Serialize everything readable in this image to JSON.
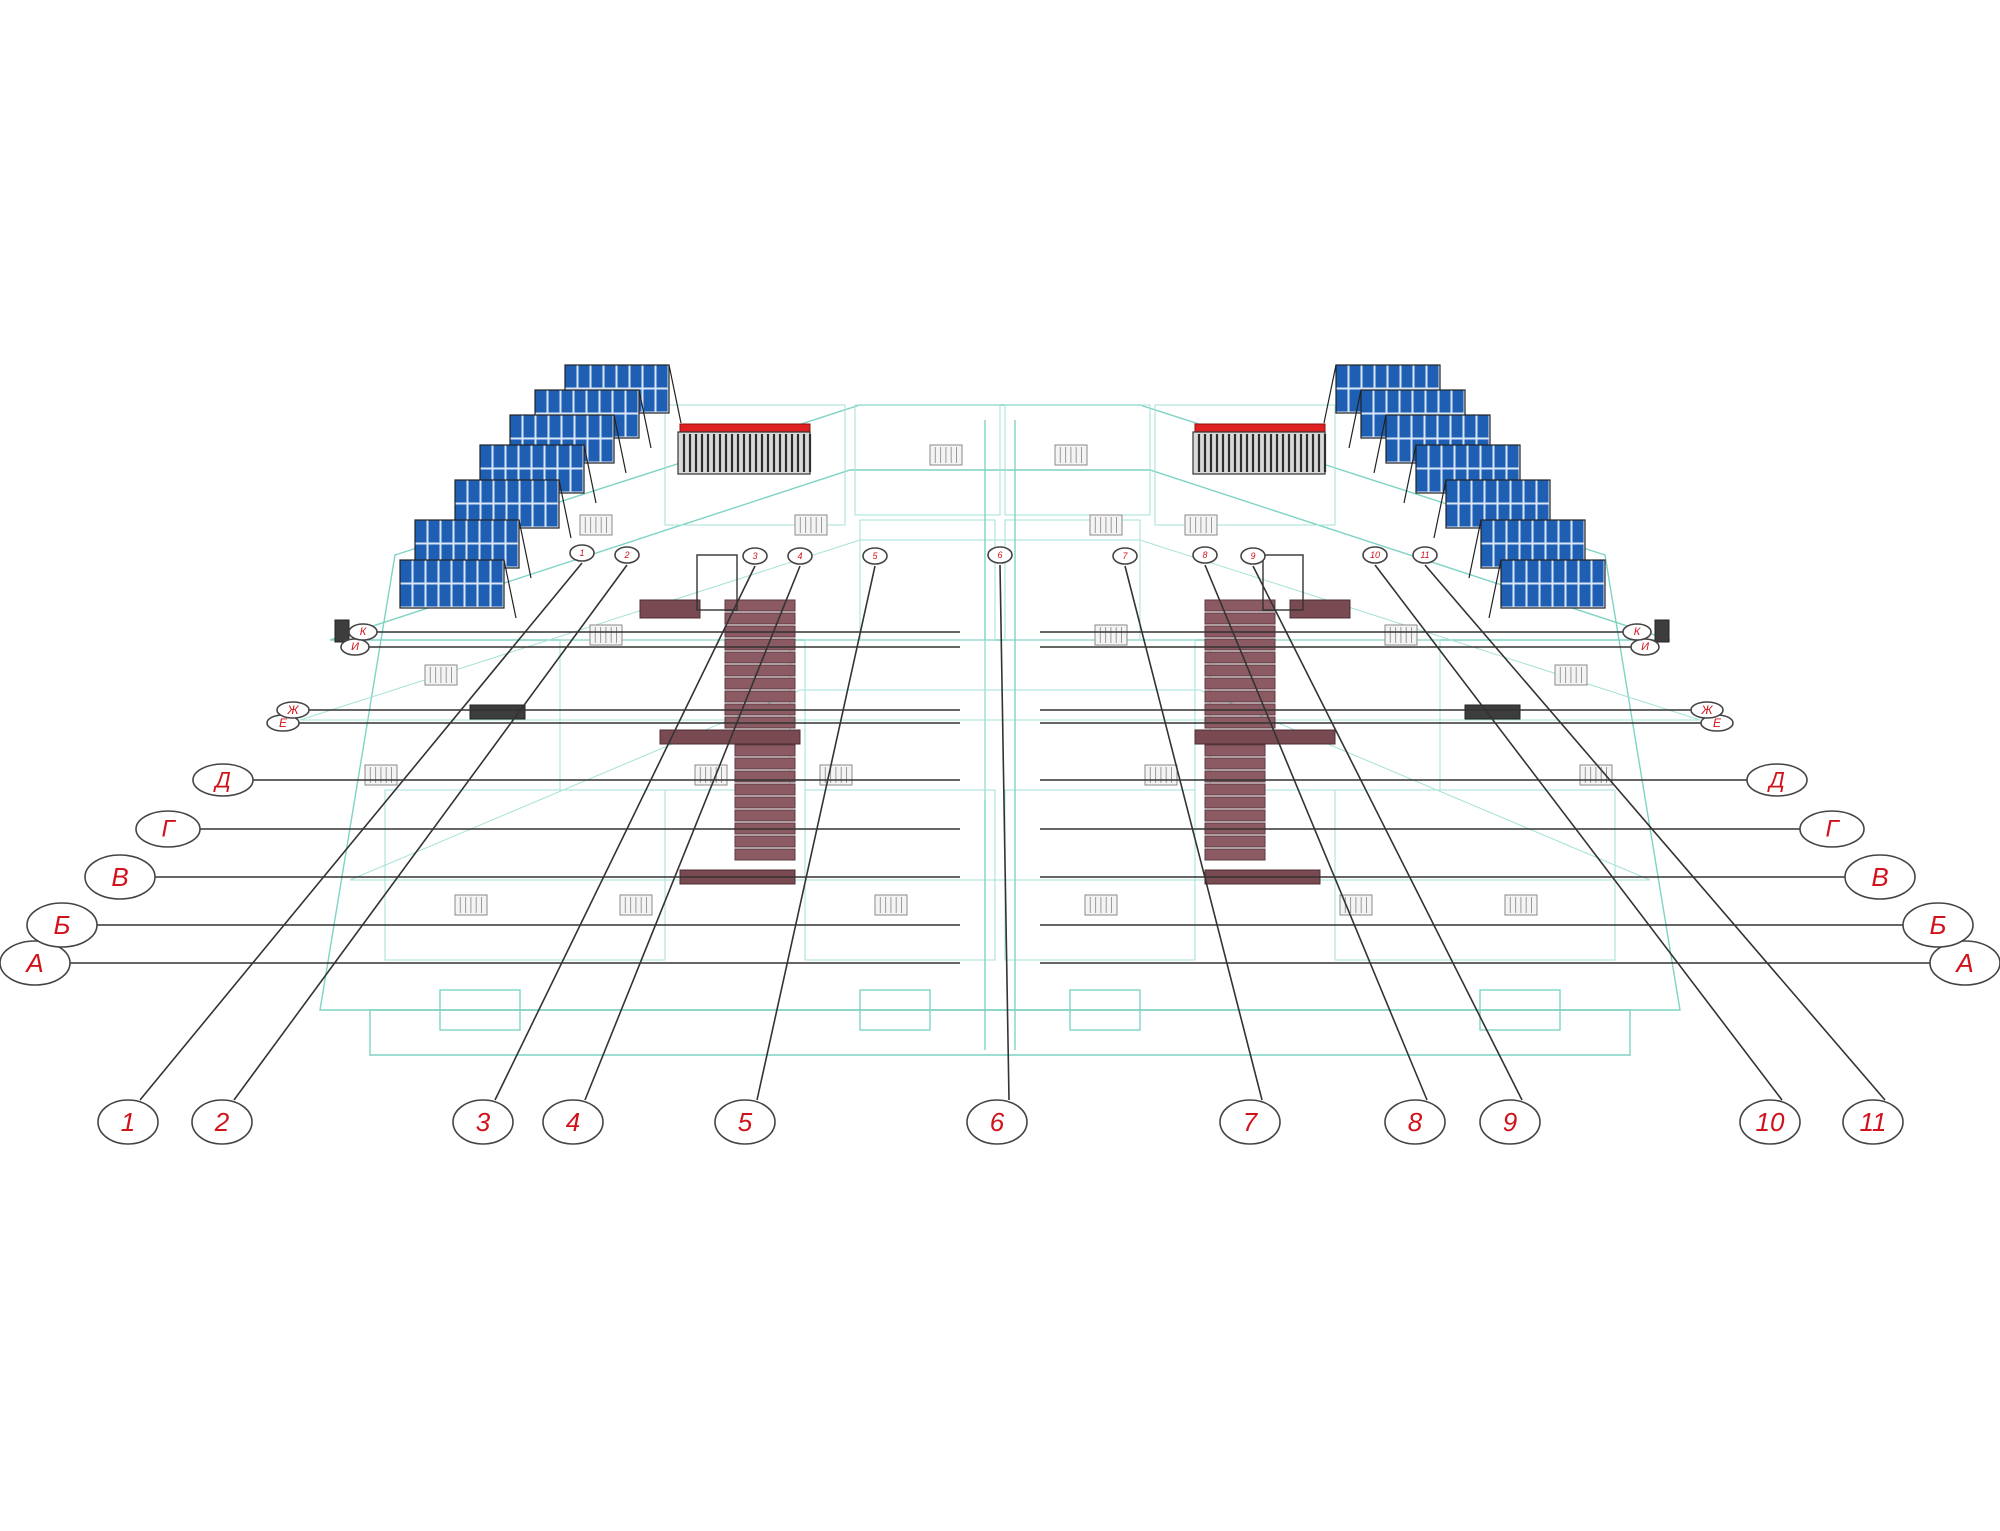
{
  "grid_axes": {
    "columns": [
      "1",
      "2",
      "3",
      "4",
      "5",
      "6",
      "7",
      "8",
      "9",
      "10",
      "11"
    ],
    "rows_left": [
      "А",
      "Б",
      "В",
      "Г",
      "Д",
      "Е",
      "Ж",
      "И",
      "К"
    ],
    "rows_right": [
      "А",
      "Б",
      "В",
      "Г",
      "Д",
      "Е",
      "Ж",
      "И",
      "К"
    ],
    "columns_small": [
      "1",
      "2",
      "3",
      "4",
      "5",
      "6",
      "7",
      "8",
      "9",
      "10",
      "11"
    ]
  },
  "colors": {
    "axis_bubble_text": "#d0121b",
    "wireframe": "#7fd3c4",
    "solar_panel": "#1e5fb4",
    "stair": "#8c5a63",
    "collector_header": "#e02020"
  },
  "icons": {
    "solar_panel": "solar-panel-icon",
    "solar_collector": "solar-collector-icon",
    "radiator": "radiator-icon",
    "staircase": "staircase-icon"
  }
}
